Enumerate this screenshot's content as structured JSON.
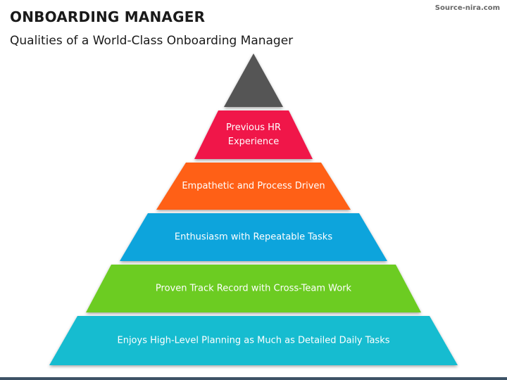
{
  "title": "ONBOARDING MANAGER",
  "subtitle": "Qualities of a World-Class Onboarding Manager",
  "watermark": "Source-nira.com",
  "colors": {
    "apex": "#555555",
    "tier1": "#f01848",
    "tier2": "#ff6018",
    "tier3": "#10a4dc",
    "tier4": "#6ccc20",
    "tier5": "#18bcd0",
    "bottom_bar": "#3d5266"
  },
  "tiers": [
    {
      "lines": [
        "Previous HR",
        "Experience"
      ]
    },
    {
      "lines": [
        "Empathetic and Process Driven"
      ]
    },
    {
      "lines": [
        "Enthusiasm with Repeatable Tasks"
      ]
    },
    {
      "lines": [
        "Proven Track Record with Cross-Team Work"
      ]
    },
    {
      "lines": [
        "Enjoys High-Level Planning as Much as Detailed Daily Tasks"
      ]
    }
  ]
}
